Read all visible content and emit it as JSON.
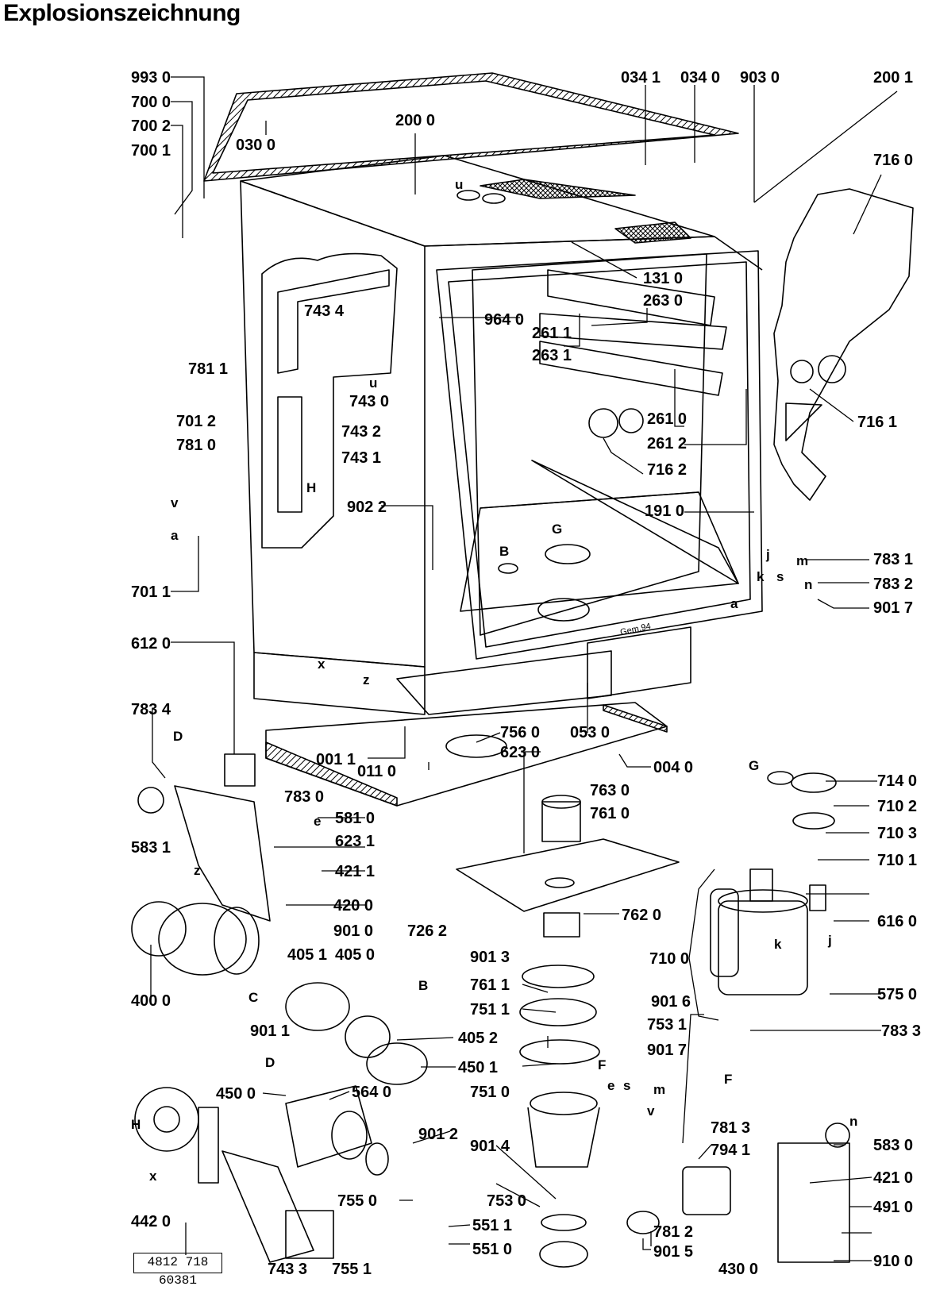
{
  "title": "Explosionszeichnung",
  "document_number": "4812 718 60381",
  "date_mark": "Gem.94",
  "part_labels": [
    {
      "id": "p9930",
      "text": "993 0"
    },
    {
      "id": "p7000",
      "text": "700 0"
    },
    {
      "id": "p7002",
      "text": "700 2"
    },
    {
      "id": "p7001",
      "text": "700 1"
    },
    {
      "id": "p0300",
      "text": "030 0"
    },
    {
      "id": "p2000",
      "text": "200 0"
    },
    {
      "id": "p0341",
      "text": "034 1"
    },
    {
      "id": "p0340",
      "text": "034 0"
    },
    {
      "id": "p9030",
      "text": "903 0"
    },
    {
      "id": "p2001",
      "text": "200 1"
    },
    {
      "id": "p7160",
      "text": "716 0"
    },
    {
      "id": "p7434",
      "text": "743 4"
    },
    {
      "id": "p1310",
      "text": "131 0"
    },
    {
      "id": "p2630",
      "text": "263 0"
    },
    {
      "id": "p9640",
      "text": "964 0"
    },
    {
      "id": "p7811",
      "text": "781 1"
    },
    {
      "id": "p2611",
      "text": "261 1"
    },
    {
      "id": "p2631",
      "text": "263 1"
    },
    {
      "id": "p7430",
      "text": "743 0"
    },
    {
      "id": "p7012",
      "text": "701 2"
    },
    {
      "id": "p7810",
      "text": "781 0"
    },
    {
      "id": "p7432",
      "text": "743 2"
    },
    {
      "id": "p7431",
      "text": "743 1"
    },
    {
      "id": "p2610",
      "text": "261 0"
    },
    {
      "id": "p2612",
      "text": "261 2"
    },
    {
      "id": "p7162",
      "text": "716 2"
    },
    {
      "id": "p7161",
      "text": "716 1"
    },
    {
      "id": "p1910",
      "text": "191 0"
    },
    {
      "id": "p9022",
      "text": "902 2"
    },
    {
      "id": "p7831",
      "text": "783 1"
    },
    {
      "id": "p7832",
      "text": "783 2"
    },
    {
      "id": "p7011",
      "text": "701 1"
    },
    {
      "id": "p9017a",
      "text": "901 7"
    },
    {
      "id": "p6120",
      "text": "612 0"
    },
    {
      "id": "p7834",
      "text": "783 4"
    },
    {
      "id": "p0011",
      "text": "001 1"
    },
    {
      "id": "p7560",
      "text": "756 0"
    },
    {
      "id": "p0530",
      "text": "053 0"
    },
    {
      "id": "p0110",
      "text": "011 0"
    },
    {
      "id": "p6230",
      "text": "623 0"
    },
    {
      "id": "p7830",
      "text": "783 0"
    },
    {
      "id": "p0040",
      "text": "004 0"
    },
    {
      "id": "p7140",
      "text": "714 0"
    },
    {
      "id": "p7630",
      "text": "763 0"
    },
    {
      "id": "p7102",
      "text": "710 2"
    },
    {
      "id": "p5810",
      "text": "581 0"
    },
    {
      "id": "p7610",
      "text": "761 0"
    },
    {
      "id": "p6231",
      "text": "623 1"
    },
    {
      "id": "p7103",
      "text": "710 3"
    },
    {
      "id": "p5831",
      "text": "583 1"
    },
    {
      "id": "p4211",
      "text": "421 1"
    },
    {
      "id": "p7101",
      "text": "710 1"
    },
    {
      "id": "p4200",
      "text": "420 0"
    },
    {
      "id": "p7620",
      "text": "762 0"
    },
    {
      "id": "p6160",
      "text": "616 0"
    },
    {
      "id": "p9010",
      "text": "901 0"
    },
    {
      "id": "p7262",
      "text": "726 2"
    },
    {
      "id": "p4051",
      "text": "405 1"
    },
    {
      "id": "p4050",
      "text": "405 0"
    },
    {
      "id": "p9013",
      "text": "901 3"
    },
    {
      "id": "p7100",
      "text": "710 0"
    },
    {
      "id": "p5750",
      "text": "575 0"
    },
    {
      "id": "p4000",
      "text": "400 0"
    },
    {
      "id": "p7611",
      "text": "761 1"
    },
    {
      "id": "p7833",
      "text": "783 3"
    },
    {
      "id": "p7511",
      "text": "751 1"
    },
    {
      "id": "p9016",
      "text": "901 6"
    },
    {
      "id": "p7531",
      "text": "753 1"
    },
    {
      "id": "p9011",
      "text": "901 1"
    },
    {
      "id": "p4052",
      "text": "405 2"
    },
    {
      "id": "p4501",
      "text": "450 1"
    },
    {
      "id": "p9017b",
      "text": "901 7"
    },
    {
      "id": "p4500",
      "text": "450 0"
    },
    {
      "id": "p5640",
      "text": "564 0"
    },
    {
      "id": "p7510",
      "text": "751 0"
    },
    {
      "id": "p7813",
      "text": "781 3"
    },
    {
      "id": "p5830",
      "text": "583 0"
    },
    {
      "id": "p9014",
      "text": "901 4"
    },
    {
      "id": "p7941",
      "text": "794 1"
    },
    {
      "id": "p9012",
      "text": "901 2"
    },
    {
      "id": "p4210",
      "text": "421 0"
    },
    {
      "id": "p4420",
      "text": "442 0"
    },
    {
      "id": "p7550",
      "text": "755 0"
    },
    {
      "id": "p7530",
      "text": "753 0"
    },
    {
      "id": "p7812",
      "text": "781 2"
    },
    {
      "id": "p4910",
      "text": "491 0"
    },
    {
      "id": "p5511",
      "text": "551 1"
    },
    {
      "id": "p7433",
      "text": "743 3"
    },
    {
      "id": "p7551",
      "text": "755 1"
    },
    {
      "id": "p5510",
      "text": "551 0"
    },
    {
      "id": "p9015",
      "text": "901 5"
    },
    {
      "id": "p4300",
      "text": "430 0"
    },
    {
      "id": "p9100",
      "text": "910 0"
    }
  ],
  "letter_marks": [
    {
      "id": "u1",
      "text": "u"
    },
    {
      "id": "u2",
      "text": "u"
    },
    {
      "id": "H1",
      "text": "H"
    },
    {
      "id": "v1",
      "text": "v"
    },
    {
      "id": "a1",
      "text": "a"
    },
    {
      "id": "G1",
      "text": "G"
    },
    {
      "id": "B1",
      "text": "B"
    },
    {
      "id": "x1",
      "text": "x"
    },
    {
      "id": "z1",
      "text": "z"
    },
    {
      "id": "j1",
      "text": "j"
    },
    {
      "id": "k1",
      "text": "k"
    },
    {
      "id": "s1",
      "text": "s"
    },
    {
      "id": "m1",
      "text": "m"
    },
    {
      "id": "n1",
      "text": "n"
    },
    {
      "id": "a2",
      "text": "a"
    },
    {
      "id": "D1",
      "text": "D"
    },
    {
      "id": "e1",
      "text": "e"
    },
    {
      "id": "z2",
      "text": "z"
    },
    {
      "id": "G2",
      "text": "G"
    },
    {
      "id": "k2",
      "text": "k"
    },
    {
      "id": "j2",
      "text": "j"
    },
    {
      "id": "C1",
      "text": "C"
    },
    {
      "id": "B2",
      "text": "B"
    },
    {
      "id": "D2",
      "text": "D"
    },
    {
      "id": "F1",
      "text": "F"
    },
    {
      "id": "F2",
      "text": "F"
    },
    {
      "id": "e2",
      "text": "e"
    },
    {
      "id": "s2",
      "text": "s"
    },
    {
      "id": "m2",
      "text": "m"
    },
    {
      "id": "v2",
      "text": "v"
    },
    {
      "id": "H2",
      "text": "H"
    },
    {
      "id": "x2",
      "text": "x"
    },
    {
      "id": "n2",
      "text": "n"
    }
  ]
}
